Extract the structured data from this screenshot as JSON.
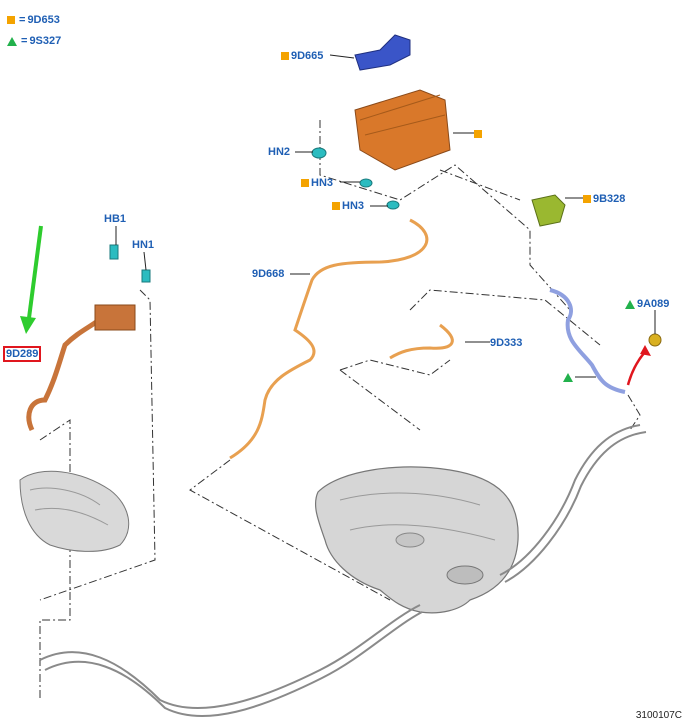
{
  "legend": [
    {
      "symbol": "orange-square",
      "value": "9D653"
    },
    {
      "symbol": "green-triangle",
      "value": "9S327"
    }
  ],
  "legend_equals": "=",
  "labels": {
    "l_9d665": "9D665",
    "l_hn2": "HN2",
    "l_hn3a": "HN3",
    "l_hn3b": "HN3",
    "l_9b328": "9B328",
    "l_hb1": "HB1",
    "l_hn1": "HN1",
    "l_9d668": "9D668",
    "l_9a089": "9A089",
    "l_9d289": "9D289",
    "l_9d333": "9D333"
  },
  "figure_id": "3100107C",
  "colors": {
    "label_blue": "#1f5fb4",
    "marker_orange": "#f4a300",
    "marker_green": "#22b14c",
    "highlight_red": "#e0161e",
    "arrow_green": "#2ecc2e",
    "hose_orange": "#e8a050",
    "canister_orange": "#d9782a",
    "bracket_blue": "#3a55c8",
    "tube_blue": "#8fa0e0",
    "valve_green": "#9ab830",
    "clip_teal": "#2bbcc0"
  }
}
